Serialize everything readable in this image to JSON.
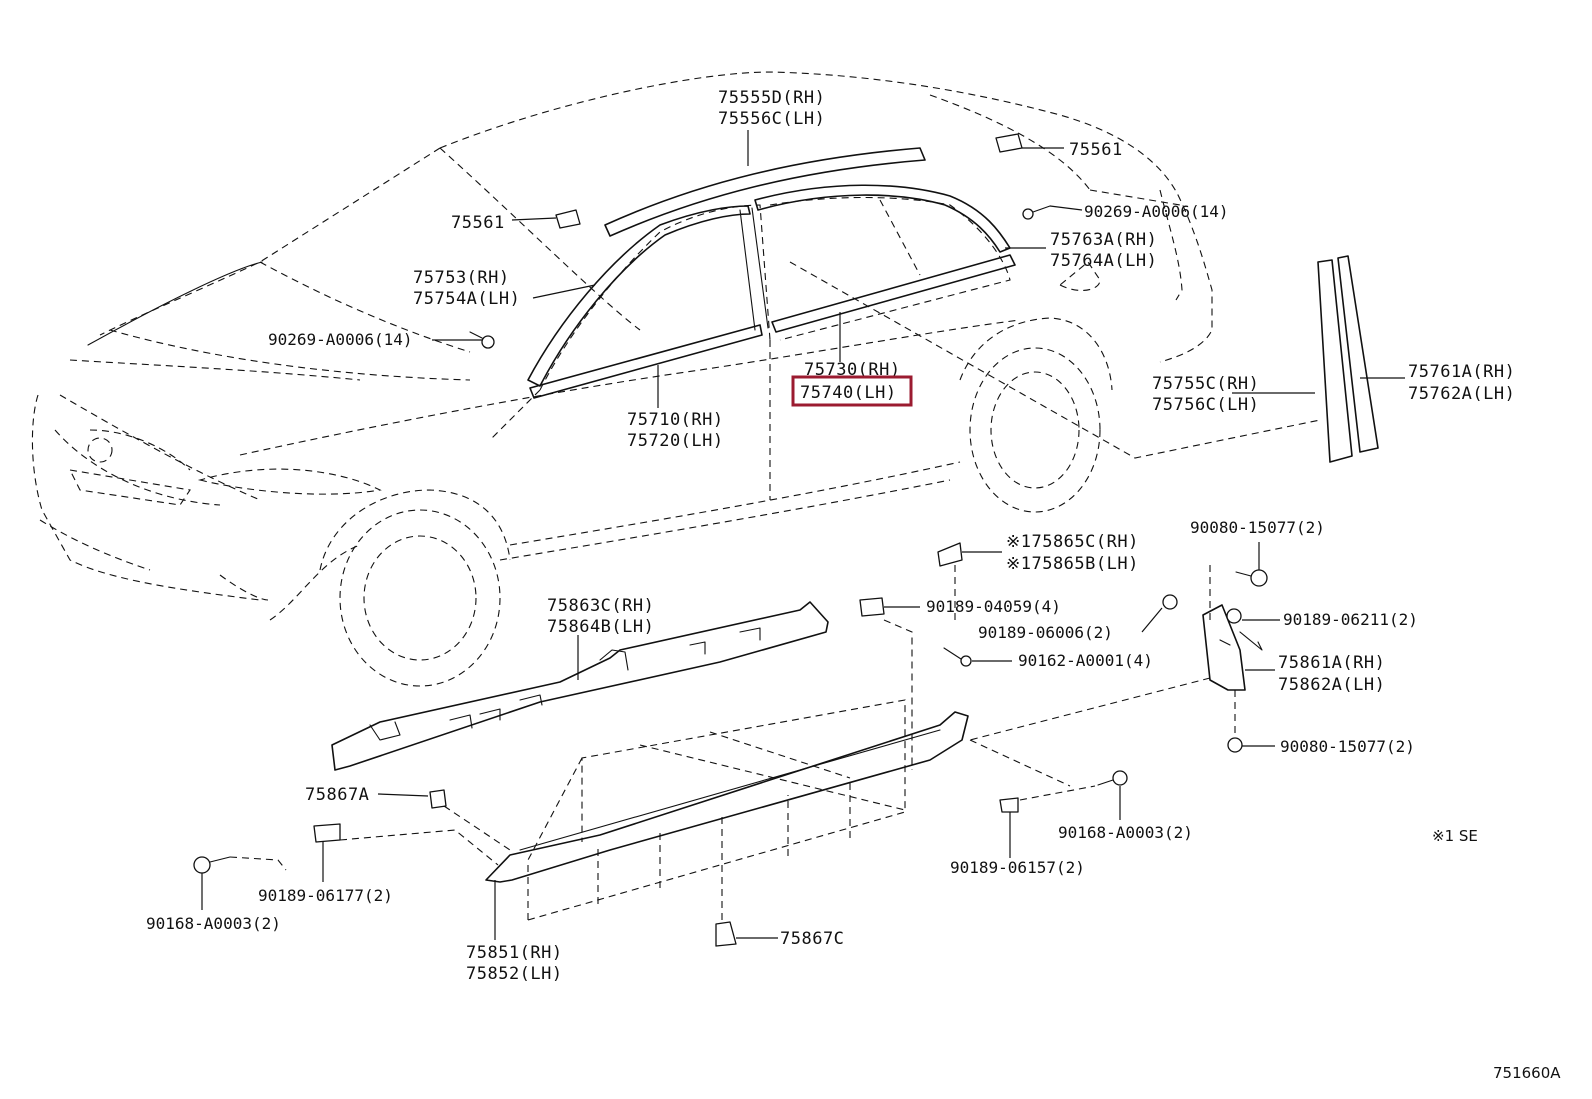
{
  "diagram_code": "751660A",
  "footnote": "※1 SE",
  "highlight_color": "#9b1b30",
  "highlighted_label": "75740 (LH)",
  "labels": {
    "roof_mold_rh": "75555D(RH)",
    "roof_mold_lh": "75556C(LH)",
    "clip_75561_top": "75561",
    "clip_75561_left": "75561",
    "clip_90269_right": "90269-A0006(14)",
    "belt_rear_rh": "75763A(RH)",
    "belt_rear_lh": "75764A(LH)",
    "wind_mold_rh": "75753(RH)",
    "wind_mold_lh": "75754A(LH)",
    "clip_90269_left": "90269-A0006(14)",
    "rear_door_mold_rh": "75730(RH)",
    "rear_door_mold_lh": "75740(LH)",
    "front_door_mold_rh": "75710(RH)",
    "front_door_mold_lh": "75720(LH)",
    "pillar_c_rh": "75755C(RH)",
    "pillar_c_lh": "75756C(LH)",
    "pillar_d_rh": "75761A(RH)",
    "pillar_d_lh": "75762A(LH)",
    "bolt_90080_top": "90080-15077(2)",
    "cover_rh": "※175865C(RH)",
    "cover_lh": "※175865B(LH)",
    "clip_90189_04059": "90189-04059(4)",
    "clip_90189_06211": "90189-06211(2)",
    "clip_90189_06006": "90189-06006(2)",
    "screw_90162": "90162-A0001(4)",
    "mud_guard_rh": "75861A(RH)",
    "mud_guard_lh": "75862A(LH)",
    "bolt_90080_bottom": "90080-15077(2)",
    "rocker_rh": "75863C(RH)",
    "rocker_lh": "75864B(LH)",
    "clip_75867A": "75867A",
    "clip_90168_right": "90168-A0003(2)",
    "clip_90189_06157": "90189-06157(2)",
    "clip_90189_06177": "90189-06177(2)",
    "clip_90168_left": "90168-A0003(2)",
    "sill_rh": "75851(RH)",
    "sill_lh": "75852(LH)",
    "clip_75867C": "75867C"
  }
}
